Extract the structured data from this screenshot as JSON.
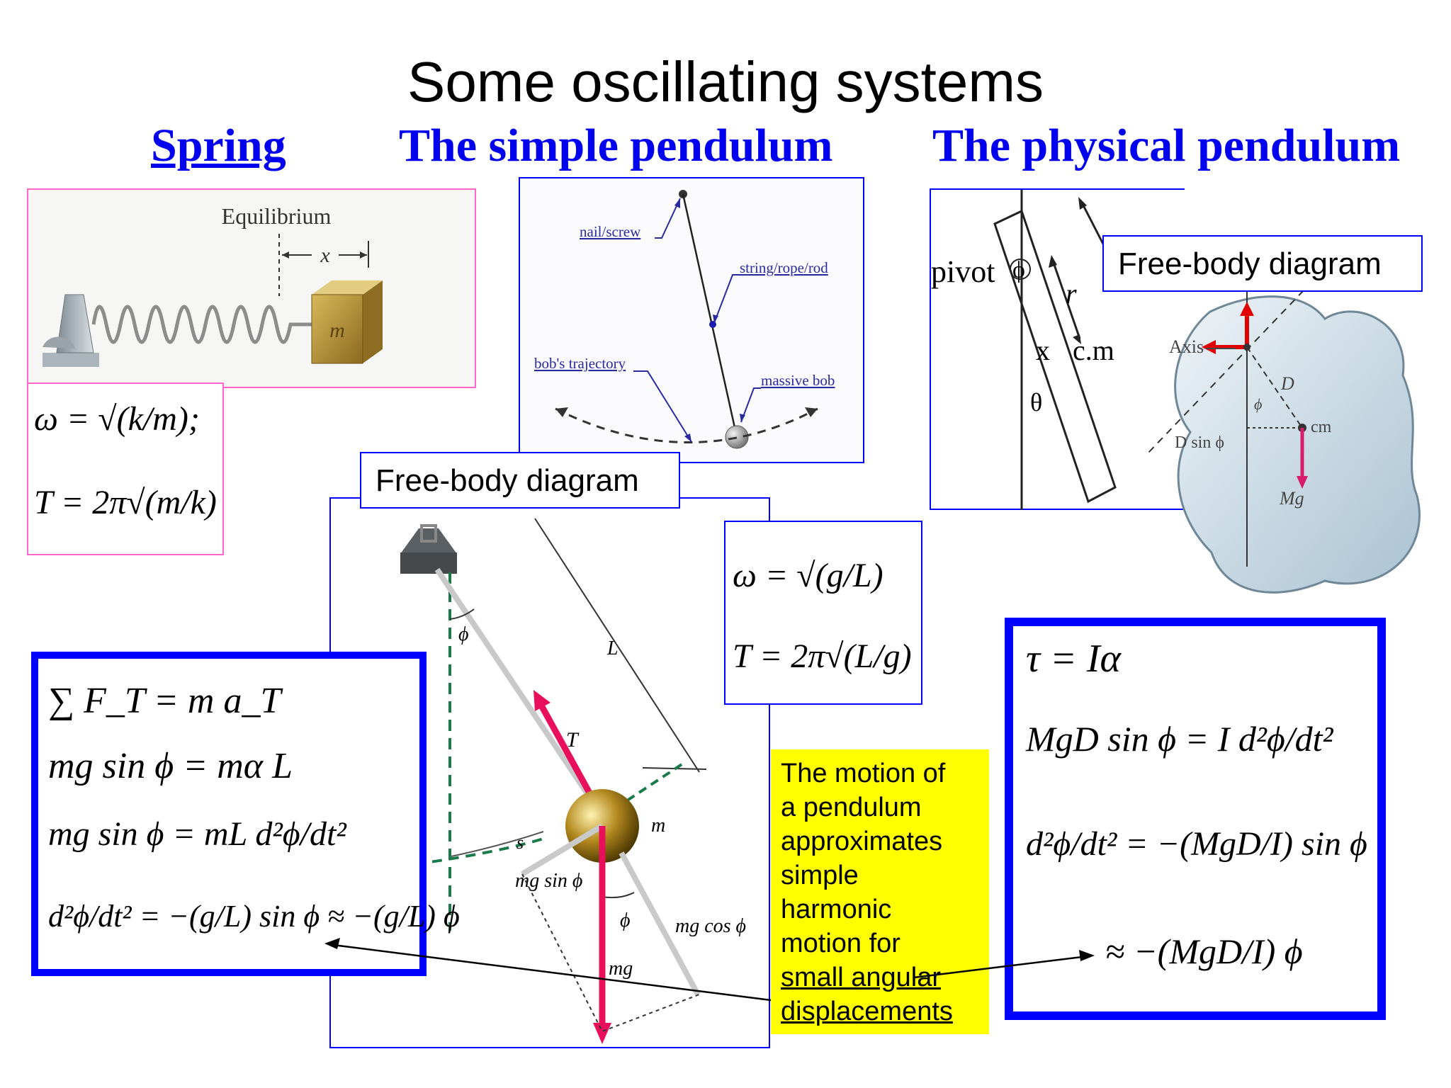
{
  "title": "Some oscillating systems",
  "headings": {
    "spring": "Spring",
    "simple": "The simple pendulum",
    "physical": "The physical pendulum"
  },
  "spring_fig": {
    "equilibrium": "Equilibrium",
    "x": "x",
    "m": "m"
  },
  "spring_eq": {
    "omega": "ω = √(k/m);",
    "period": "T = 2π√(m/k)"
  },
  "simple_fig": {
    "nail": "nail/screw",
    "string": "string/rope/rod",
    "trajectory": "bob's trajectory",
    "bob": "massive bob"
  },
  "fbd_label": "Free-body diagram",
  "fbd_fig": {
    "phi_top": "ϕ",
    "L": "L",
    "T": "T",
    "s": "s",
    "m": "m",
    "mg_sin": "mg sin ϕ",
    "phi_bottom": "ϕ",
    "mg_cos": "mg cos ϕ",
    "mg": "mg"
  },
  "simple_eq": {
    "omega": "ω = √(g/L)",
    "period": "T = 2π√(L/g)"
  },
  "newton_eqs": [
    "∑ F_T = m a_T",
    "mg sin ϕ = mα L",
    "mg sin ϕ = mL d²ϕ/dt²",
    "d²ϕ/dt² = −(g/L) sin ϕ ≈ −(g/L) ϕ"
  ],
  "physical_fig": {
    "pivot": "pivot",
    "phi": "ϕ",
    "r": "r",
    "cm": "c.m",
    "x": "x",
    "theta": "θ",
    "axis": "Axis",
    "D": "D",
    "phi_small": "ϕ",
    "cm_small": "cm",
    "dsin": "D sin ϕ",
    "Mg": "Mg"
  },
  "physical_eqs": [
    "τ = Iα",
    "MgD sin ϕ = I d²ϕ/dt²",
    "d²ϕ/dt² = −(MgD/I) sin ϕ",
    "≈ −(MgD/I) ϕ"
  ],
  "note": {
    "lines": [
      "The motion of",
      "a pendulum",
      "approximates",
      "simple",
      "harmonic",
      "motion for"
    ],
    "underlined": [
      "small angular",
      "displacements"
    ]
  },
  "colors": {
    "heading": "#0000ee",
    "box_blue": "#0000ff",
    "box_pink": "#ff66cc",
    "note_bg": "#ffff00",
    "force_red": "#e8105a"
  }
}
